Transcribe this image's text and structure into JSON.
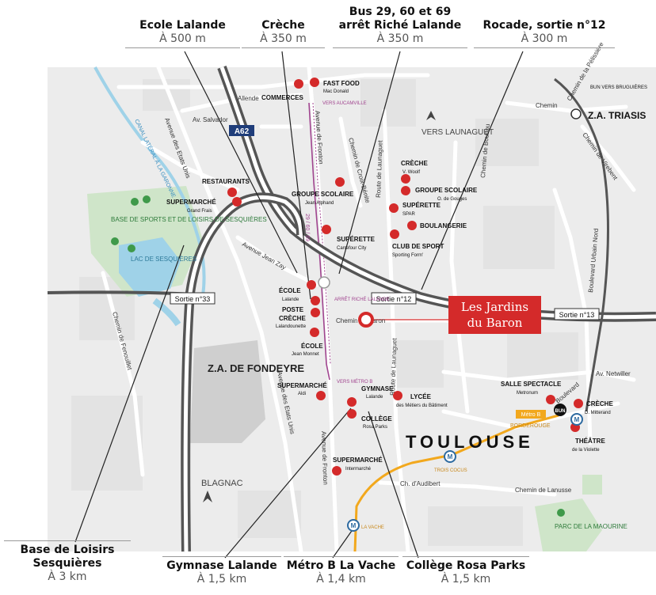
{
  "callouts": {
    "ecole_lalande": {
      "title": "Ecole Lalande",
      "distance": "À 500 m"
    },
    "creche": {
      "title": "Crèche",
      "distance": "À 350 m"
    },
    "bus": {
      "title_line1": "Bus 29, 60 et 69",
      "title_line2": "arrêt Riché Lalande",
      "distance": "À 350 m"
    },
    "rocade": {
      "title": "Rocade, sortie n°12",
      "distance": "À 300 m"
    },
    "base_loisirs": {
      "title_line1": "Base de Loisirs",
      "title_line2": "Sesquières",
      "distance": "À 3 km"
    },
    "gymnase": {
      "title": "Gymnase Lalande",
      "distance": "À 1,5 km"
    },
    "metro": {
      "title": "Métro B La Vache",
      "distance": "À 1,4 km"
    },
    "college": {
      "title": "Collège Rosa Parks",
      "distance": "À 1,5 km"
    }
  },
  "brand": {
    "line1": "Les Jardins",
    "line2": "du Baron"
  },
  "map": {
    "roads": {
      "a62": "A62",
      "sortie33": "Sortie n°33",
      "sortie12": "Sortie n°12",
      "sortie13": "Sortie n°13",
      "av_salvador": "Av. Salvador",
      "allende": "Allende",
      "av_etats_unis": "Avenue des Etats Unis",
      "av_etats_unis_2": "Avenue des Etats Unis",
      "av_fronton": "Avenue de Fronton",
      "av_fronton_2": "Avenue de Fronton",
      "chemin_croix_benite": "Chemin de Croix-Bénite",
      "route_launaguet": "Route de Launaguet",
      "route_launaguet_2": "Route de Launaguet",
      "chemin_boudou": "Chemin de Boudou",
      "chemin_baron": "Chemin du Baron",
      "chemin": "Chemin",
      "chemin_virebent": "Chemin de Virebent",
      "chemin_pelissiere": "Chemin de la Pélissière",
      "chemin_fenouillet": "Chemin de Fenouillet",
      "av_jean_zay": "Avenue Jean Zay",
      "bd_urbain_nord": "Boulevard Urbain Nord",
      "av_netwiller": "Av. Netwiller",
      "boulevard": "Boulevard",
      "ch_audibert": "Ch. d'Audibert",
      "chemin_lanusse": "Chemin de Lanusse",
      "canal": "CANAL LATÉRAL À LA GARONNE",
      "bus_lines": "29 / 60 / 69",
      "vers_aucamville": "VERS AUCAMVILLE",
      "vers_metro_b": "VERS MÉTRO B",
      "arret_riche": "ARRÊT RICHÉ LALANDE",
      "bun_vers": "BUN VERS BRUGUIÈRES"
    },
    "places": {
      "vers_launaguet": "VERS LAUNAGUET",
      "za_triasis": "Z.A. TRIASIS",
      "za_fondeyre": "Z.A. DE FONDEYRE",
      "blagnac": "BLAGNAC",
      "toulouse": "TOULOUSE",
      "base_sports": "BASE DE SPORTS ET DE LOISIRS DE SESQUIÈRES",
      "lac": "LAC DE SESQUIÈRES",
      "parc": "PARC DE LA MAOURINE"
    },
    "pois": [
      {
        "name": "FAST FOOD",
        "sub": "Mac Donald"
      },
      {
        "name": "COMMERCES",
        "sub": ""
      },
      {
        "name": "RESTAURANTS",
        "sub": ""
      },
      {
        "name": "SUPERMARCHÉ",
        "sub": "Grand Frais"
      },
      {
        "name": "GROUPE SCOLAIRE",
        "sub": "Jean Alphand"
      },
      {
        "name": "SUPÉRETTE",
        "sub": "Carrefour City"
      },
      {
        "name": "CRÈCHE",
        "sub": "V. Woolf"
      },
      {
        "name": "GROUPE SCOLAIRE",
        "sub": "O. de Gouges"
      },
      {
        "name": "SUPÉRETTE",
        "sub": "SPAR"
      },
      {
        "name": "BOULANGERIE",
        "sub": ""
      },
      {
        "name": "CLUB DE SPORT",
        "sub": "Sporting Form'"
      },
      {
        "name": "ÉCOLE",
        "sub": "Lalande"
      },
      {
        "name": "POSTE",
        "sub": ""
      },
      {
        "name": "CRÈCHE",
        "sub": "Lalandounette"
      },
      {
        "name": "ÉCOLE",
        "sub": "Jean Monnet"
      },
      {
        "name": "SUPERMARCHÉ",
        "sub": "Aldi"
      },
      {
        "name": "GYMNASE",
        "sub": "Lalande"
      },
      {
        "name": "COLLÈGE",
        "sub": "Rosa Parks"
      },
      {
        "name": "LYCÉE",
        "sub": "des Métiers du Bâtiment"
      },
      {
        "name": "SUPERMARCHÉ",
        "sub": "Intermarché"
      },
      {
        "name": "SALLE SPECTACLE",
        "sub": "Metronum"
      },
      {
        "name": "CRÈCHE",
        "sub": "D. Mitterand"
      },
      {
        "name": "THÉÂTRE",
        "sub": "de la Violette"
      }
    ],
    "metro": {
      "borderouge": "BORDEROUGE",
      "metro_b": "Métro B",
      "trois_cocus": "TROIS COCUS",
      "la_vache": "LA VACHE",
      "bun": "BUN",
      "m": "M"
    }
  },
  "colors": {
    "red": "#d42a2a",
    "metro_line": "#f2a81d",
    "water": "#9fd2e8",
    "park": "#cfe5c9",
    "zone": "#cfcfcf",
    "motorway": "#555555",
    "road": "#ffffff",
    "bus_route": "#a0448f",
    "a62_badge": "#1f3d7a"
  }
}
